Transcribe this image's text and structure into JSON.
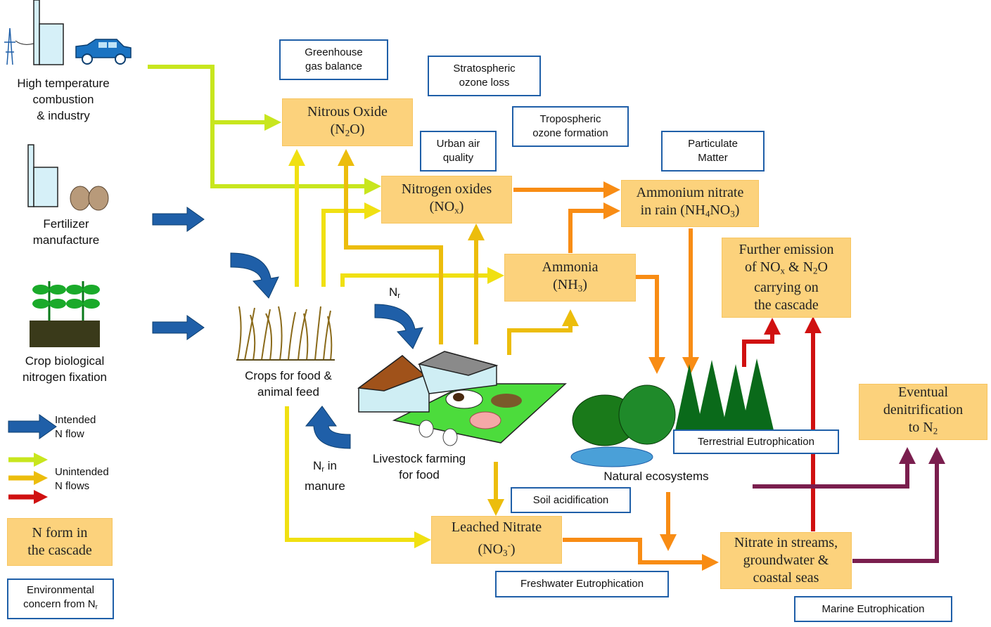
{
  "sources": {
    "combustion": [
      "High  temperature",
      "combustion",
      "& industry"
    ],
    "fertilizer": [
      "Fertilizer",
      "manufacture"
    ],
    "fixation": [
      "Crop  biological",
      "nitrogen fixation"
    ]
  },
  "nodes": {
    "nitrous_oxide": {
      "name": "Nitrous Oxide",
      "pre": "(N",
      "sub": "2",
      "post": "O)"
    },
    "nitrogen_oxides": {
      "name": "Nitrogen oxides",
      "pre": "(NO",
      "sub": "x",
      "post": ")"
    },
    "ammonium_nitrate": {
      "l1": "Ammonium nitrate",
      "pre": "in rain (NH",
      "sub1": "4",
      "mid": "NO",
      "sub2": "3",
      "post": ")"
    },
    "ammonia": {
      "name": "Ammonia",
      "pre": "(NH",
      "sub": "3",
      "post": ")"
    },
    "further_emission": {
      "pre": "Further emission",
      "l2a": "of NO",
      "sub1": "x",
      "l2b": " & N",
      "sub2": "2",
      "l2c": "O",
      "l3": "carrying on",
      "l4": "the cascade"
    },
    "denitrification": {
      "l1": "Eventual",
      "l2": "denitrification",
      "pre": "to N",
      "sub": "2"
    },
    "leached_nitrate": {
      "name": "Leached Nitrate",
      "pre": "(NO",
      "sub": "3",
      "sup": "-",
      "post": ")"
    },
    "nitrate_streams": {
      "l1": "Nitrate in streams,",
      "l2": "groundwater &",
      "l3": "coastal seas"
    }
  },
  "concerns": {
    "ghg": [
      "Greenhouse",
      "gas balance"
    ],
    "strato": [
      "Stratospheric",
      "ozone  loss"
    ],
    "tropo": [
      "Tropospheric",
      "ozone  formation"
    ],
    "urban": [
      "Urban air",
      "quality"
    ],
    "pm": [
      "Particulate",
      "Matter"
    ],
    "terrestrial": "Terrestrial Eutrophication",
    "soil": "Soil acidification",
    "freshwater": "Freshwater Eutrophication",
    "marine": "Marine  Eutrophication"
  },
  "labels": {
    "crops": [
      "Crops for food &",
      "animal feed"
    ],
    "livestock": [
      "Livestock farming",
      "for food"
    ],
    "natural": "Natural ecosystems",
    "nr_top": {
      "pre": "N",
      "sub": "r"
    },
    "nr_manure": {
      "pre": "N",
      "sub": "r",
      "post": " in",
      "l2": "manure"
    }
  },
  "legend": {
    "intended": [
      "Intended",
      "N  flow"
    ],
    "unintended": [
      "Unintended",
      "N  flows"
    ],
    "nform": [
      "N form in",
      "the cascade"
    ],
    "concern": {
      "l1": "Environmental",
      "pre": "concern from N",
      "sub": "r"
    }
  },
  "colors": {
    "intended": "#1f5fa8",
    "lime": "#c8e61e",
    "yellow": "#f0e012",
    "gold": "#ecbd0c",
    "orange": "#f88c14",
    "red": "#d01010",
    "purple": "#7a1e4e",
    "node_fill": "#fcd27c",
    "concern_border": "#1f5fa8"
  }
}
